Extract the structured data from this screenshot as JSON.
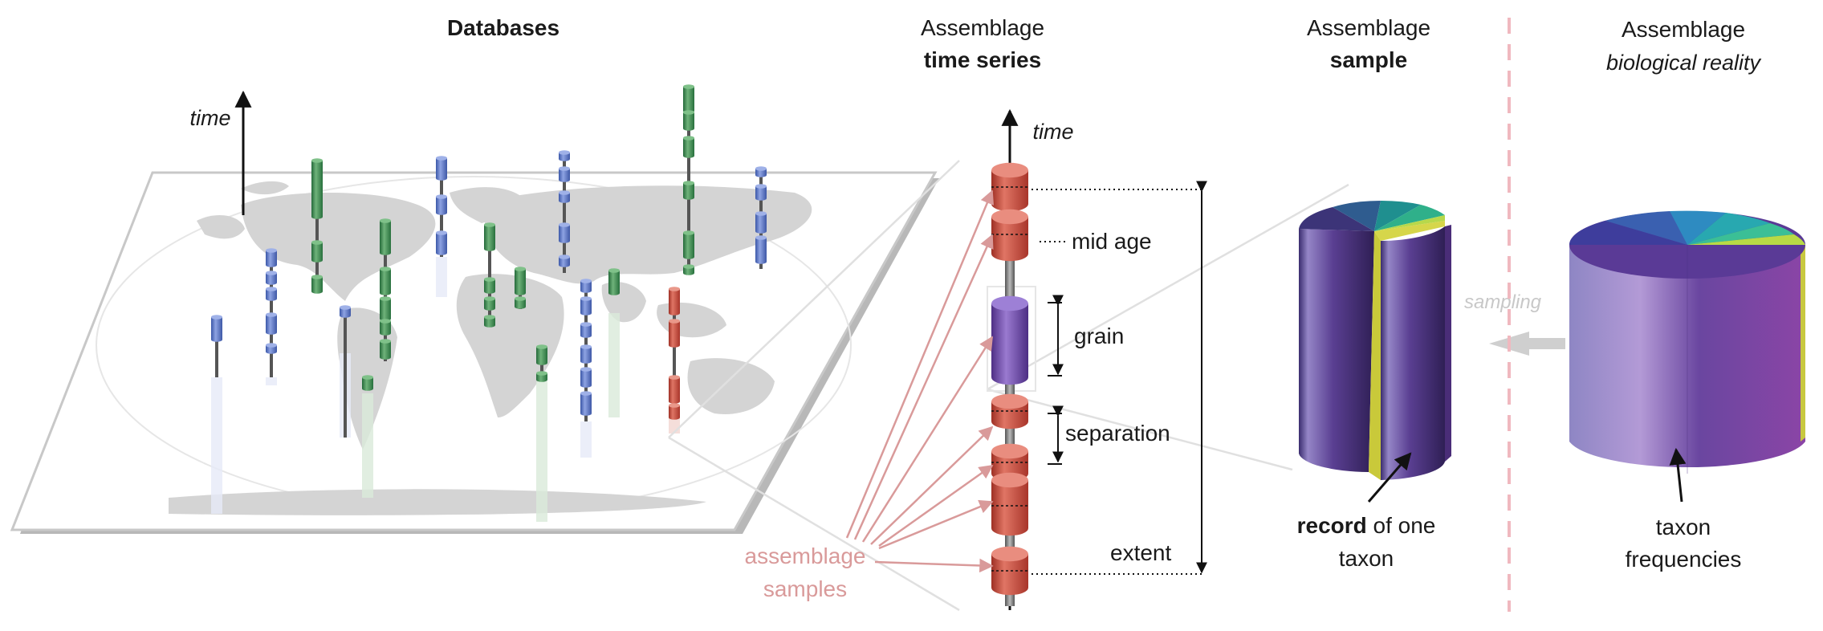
{
  "panels": {
    "databases": {
      "title": "Databases",
      "axis_label": "time"
    },
    "time_series": {
      "title_line1": "Assemblage",
      "title_line2": "time series",
      "axis_label": "time",
      "labels": {
        "mid_age": "mid age",
        "grain": "grain",
        "separation": "separation",
        "extent": "extent",
        "samples_line1": "assemblage",
        "samples_line2": "samples"
      }
    },
    "sample": {
      "title_line1": "Assemblage",
      "title_line2": "sample",
      "record_bold": "record",
      "record_rest": " of one",
      "record_line2": "taxon"
    },
    "sampling_label": "sampling",
    "reality": {
      "title_line1": "Assemblage",
      "title_line2": "biological reality",
      "label_line1": "taxon",
      "label_line2": "frequencies"
    }
  },
  "colors": {
    "blue_series": "#5b78c9",
    "green_series": "#3f8a4c",
    "red_series": "#c8483a",
    "purple_grain": "#6b4aa0",
    "pink_arrows": "#d99a9a",
    "dashed_divider": "#f0b8bf",
    "sampling_arrow": "#cfcfcf"
  }
}
